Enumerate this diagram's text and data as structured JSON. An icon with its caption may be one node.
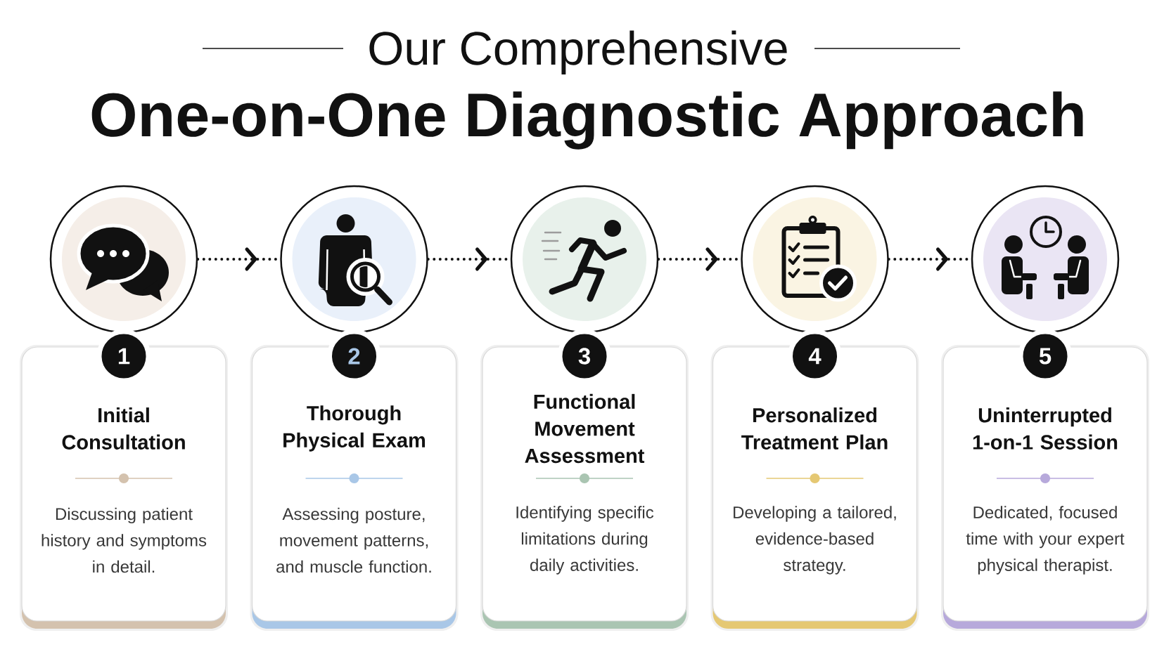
{
  "diagram": {
    "title": "One-on-One Diagnostic Approach",
    "nodes": [
      {
        "text": [],
        "shape": "circle"
      },
      {
        "text": [
          "1"
        ]
      },
      {
        "text": [
          "Initial Consultation",
          "Discussing patient history and symptoms in detail."
        ]
      },
      {
        "text": [],
        "shape": "circle"
      },
      {
        "text": [
          "2"
        ]
      },
      {
        "text": [
          "Thorough Physical Exam",
          "Assessing posture, movement patterns, and muscle function."
        ]
      },
      {
        "text": [],
        "shape": "circle"
      },
      {
        "text": [
          "3"
        ]
      },
      {
        "text": [
          "Functional Movement Assessment",
          "Identifying specific limitations during daily activities."
        ]
      },
      {
        "text": [],
        "shape": "circle"
      },
      {
        "text": [
          "4"
        ]
      },
      {
        "text": [
          "Personalized Treatment Plan",
          "Developing a tailored, evidence-based strategy."
        ]
      },
      {
        "text": [],
        "shape": "circle"
      },
      {
        "text": [
          "5"
        ]
      },
      {
        "text": [
          "Uninterrupted 1-on-1 Session",
          "Dedicated, focused time with your expert physical therapist."
        ]
      }
    ],
    "edges": [
      {
        "from": 0,
        "to": 3,
        "arrow": "to"
      },
      {
        "from": 3,
        "to": 6,
        "arrow": "to"
      },
      {
        "from": 6,
        "to": 9,
        "arrow": "to"
      },
      {
        "from": 9,
        "to": 12,
        "arrow": "to"
      }
    ],
    "labels": [
      "Our Comprehensive"
    ]
  }
}
